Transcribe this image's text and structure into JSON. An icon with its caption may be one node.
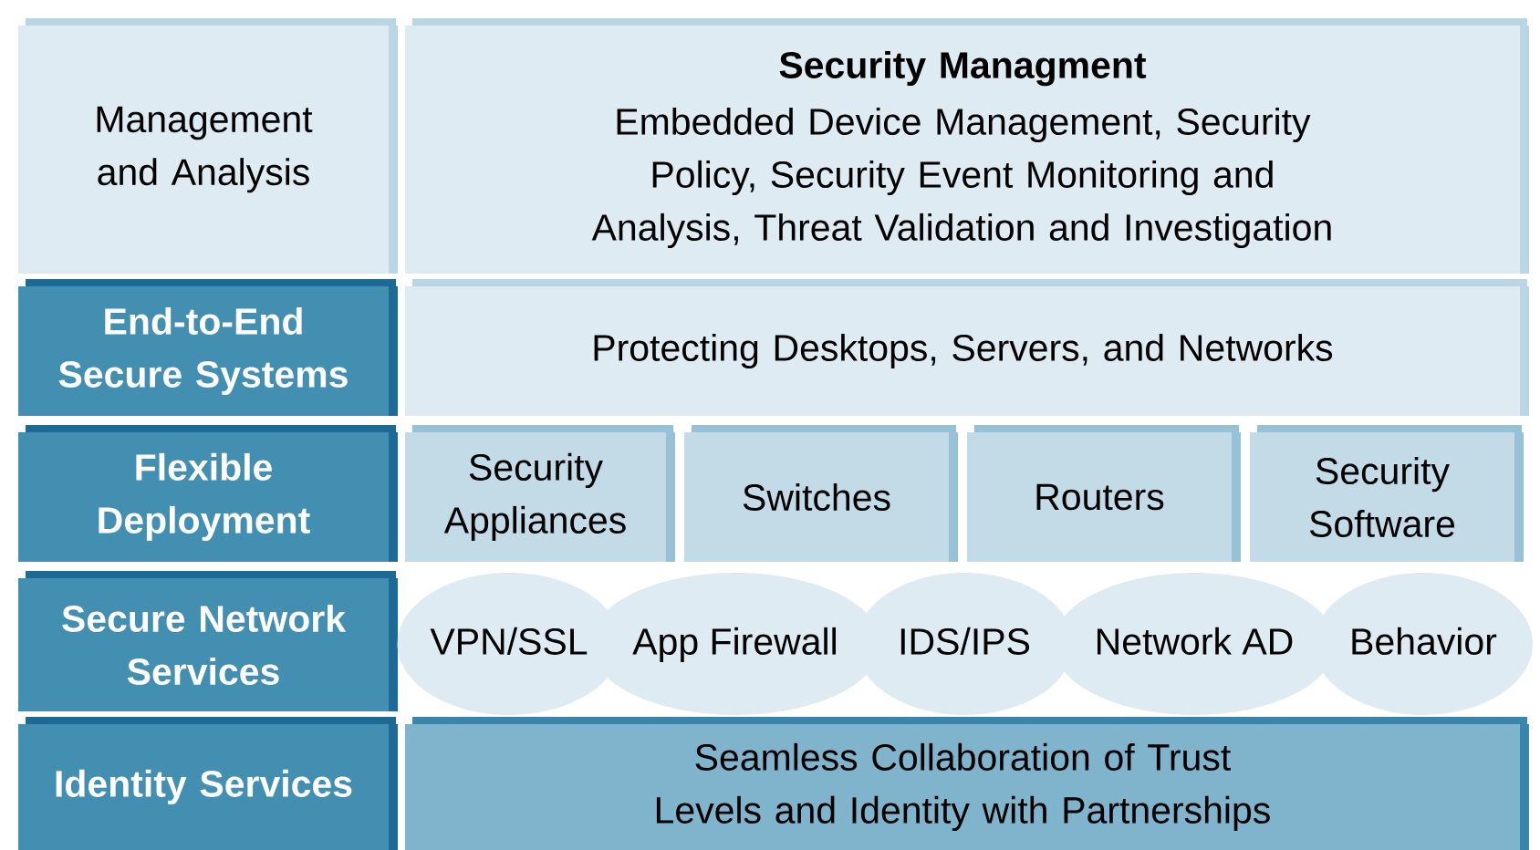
{
  "diagram": {
    "nodes": [
      {
        "text": [
          "Management and Analysis"
        ]
      },
      {
        "text": [
          "Security Managment",
          "Embedded Device Management, Security Policy, Security Event Monitoring and Analysis, Threat Validation and Investigation"
        ]
      },
      {
        "text": [
          "End-to-End Secure Systems"
        ]
      },
      {
        "text": [
          "Protecting Desktops, Servers, and Networks"
        ]
      },
      {
        "text": [
          "Flexible Deployment"
        ]
      },
      {
        "text": [
          "Security Appliances"
        ]
      },
      {
        "text": [
          "Switches"
        ]
      },
      {
        "text": [
          "Routers"
        ]
      },
      {
        "text": [
          "Security Software"
        ]
      },
      {
        "text": [
          "Secure Network Services"
        ]
      },
      {
        "text": [
          "VPN/SSL"
        ]
      },
      {
        "text": [
          "App Firewall"
        ]
      },
      {
        "text": [
          "IDS/IPS"
        ]
      },
      {
        "text": [
          "Network AD"
        ]
      },
      {
        "text": [
          "Behavior"
        ]
      },
      {
        "text": [
          "Identity Services"
        ]
      },
      {
        "text": [
          "Seamless Collaboration of Trust Levels and Identity with Partnerships"
        ]
      }
    ]
  }
}
